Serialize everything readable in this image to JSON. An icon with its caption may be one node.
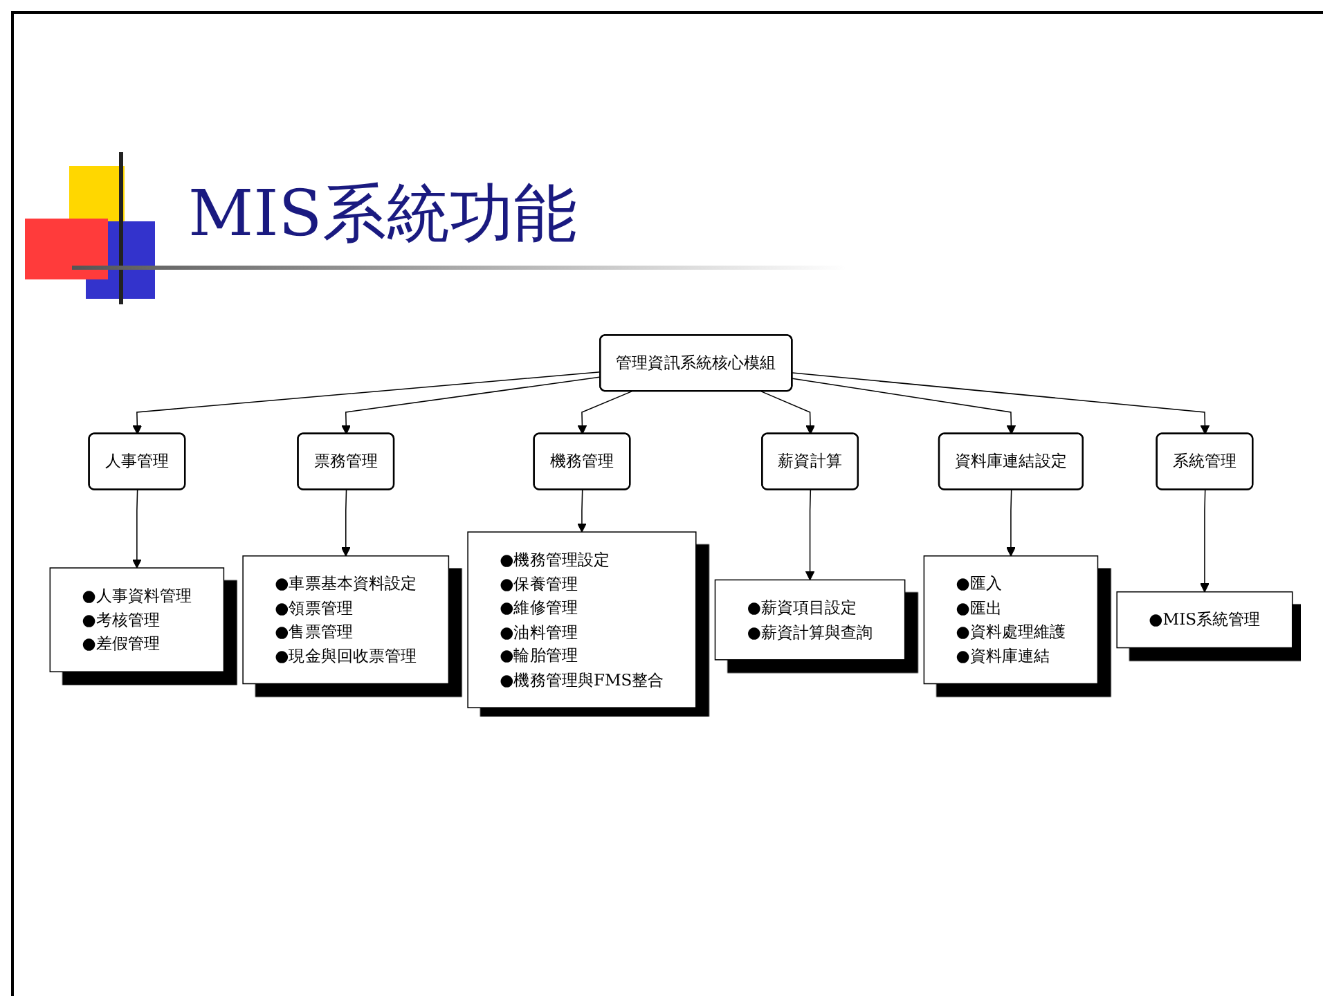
{
  "diagram": {
    "title": "MIS系統功能",
    "nodes": [
      {
        "text": [
          "管理資訊系統核心模組"
        ]
      },
      {
        "text": [
          "人事管理"
        ]
      },
      {
        "text": [
          "票務管理"
        ]
      },
      {
        "text": [
          "機務管理"
        ]
      },
      {
        "text": [
          "薪資計算"
        ]
      },
      {
        "text": [
          "資料庫連結設定"
        ]
      },
      {
        "text": [
          "系統管理"
        ]
      },
      {
        "text": [
          "●人事資料管理",
          "●考核管理",
          "●差假管理"
        ]
      },
      {
        "text": [
          "●車票基本資料設定",
          "●領票管理",
          "●售票管理",
          "●現金與回收票管理"
        ]
      },
      {
        "text": [
          "●機務管理設定",
          "●保養管理",
          "●維修管理",
          "●油料管理",
          "●輪胎管理",
          "●機務管理與FMS整合"
        ]
      },
      {
        "text": [
          "●薪資項目設定",
          "●薪資計算與查詢"
        ]
      },
      {
        "text": [
          "●匯入",
          "●匯出",
          "●資料處理維護",
          "●資料庫連結"
        ]
      },
      {
        "text": [
          "●MIS系統管理"
        ]
      }
    ],
    "edges": [
      {
        "from": 0,
        "to": 1,
        "arrow": "to"
      },
      {
        "from": 0,
        "to": 2,
        "arrow": "to"
      },
      {
        "from": 0,
        "to": 3,
        "arrow": "to"
      },
      {
        "from": 0,
        "to": 4,
        "arrow": "to"
      },
      {
        "from": 0,
        "to": 5,
        "arrow": "to"
      },
      {
        "from": 0,
        "to": 6,
        "arrow": "to"
      },
      {
        "from": 1,
        "to": 7,
        "arrow": "to"
      },
      {
        "from": 2,
        "to": 8,
        "arrow": "to"
      },
      {
        "from": 3,
        "to": 9,
        "arrow": "to"
      },
      {
        "from": 4,
        "to": 10,
        "arrow": "to"
      },
      {
        "from": 5,
        "to": 11,
        "arrow": "to"
      },
      {
        "from": 6,
        "to": 12,
        "arrow": "to"
      }
    ]
  }
}
